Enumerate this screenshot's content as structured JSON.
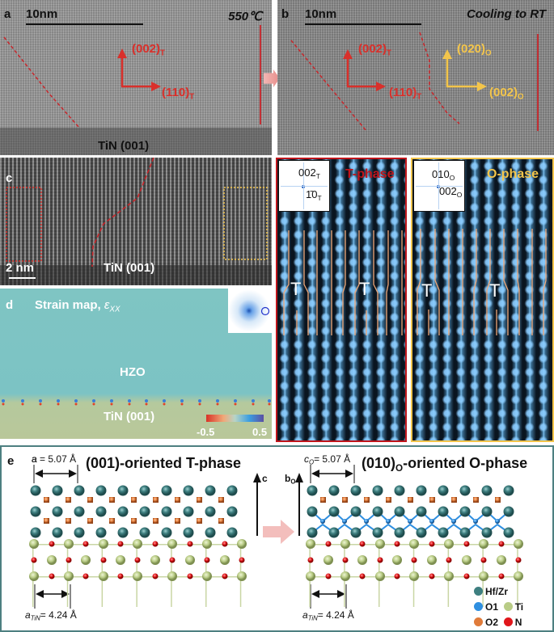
{
  "panel_a": {
    "letter": "a",
    "scale_bar": "10nm",
    "condition": "550℃",
    "axis_up": "(002)",
    "axis_up_sub": "T",
    "axis_right": "(110)",
    "axis_right_sub": "T",
    "substrate": "TiN (001)"
  },
  "panel_b": {
    "letter": "b",
    "scale_bar": "10nm",
    "condition": "Cooling to RT",
    "t_axis_up": "(002)",
    "t_axis_up_sub": "T",
    "t_axis_right": "(110)",
    "t_axis_right_sub": "T",
    "o_axis_up": "(020)",
    "o_axis_up_sub": "O",
    "o_axis_right": "(002)",
    "o_axis_right_sub": "O"
  },
  "panel_c": {
    "letter": "c",
    "scale_bar": "2 nm",
    "substrate": "TiN (001)"
  },
  "panel_d": {
    "letter": "d",
    "title": "Strain map, ",
    "symbol": "ε",
    "symbol_sub": "XX",
    "film": "HZO",
    "substrate": "TiN (001)",
    "colorbar_min": "-0.5",
    "colorbar_max": "0.5"
  },
  "panel_t": {
    "title": "T-phase",
    "fft_label_1": "002",
    "fft_label_1_sub": "T",
    "fft_label_2": "1̄0",
    "fft_label_2_sub": "T",
    "dislocation_symbol": "T"
  },
  "panel_o": {
    "title": "O-phase",
    "fft_label_1": "010",
    "fft_label_1_sub": "O",
    "fft_label_2": "002",
    "fft_label_2_sub": "O",
    "dislocation_symbol": "T"
  },
  "panel_e": {
    "letter": "e",
    "left_title": "(001)-oriented T-phase",
    "left_lattice": "a = 5.07 Å",
    "left_axis": "c",
    "left_tin": "= 4.24 Å",
    "tin_symbol": "a",
    "tin_sub": "TiN",
    "right_title_pre": "(010)",
    "right_title_sub": "O",
    "right_title_post": "-oriented O-phase",
    "right_lattice_sym": "c",
    "right_lattice_sub": "O",
    "right_lattice": "= 5.07 Å",
    "right_axis": "b",
    "right_axis_sub": "O",
    "right_tin": "= 4.24 Å",
    "legend": [
      {
        "label": "Hf/Zr",
        "color": "#3e7f80"
      },
      {
        "label": "O1",
        "color": "#2f8fe0"
      },
      {
        "label": "Ti",
        "color": "#b9cc86"
      },
      {
        "label": "O2",
        "color": "#e07b3a"
      },
      {
        "label": "N",
        "color": "#e0161a"
      }
    ]
  },
  "colors": {
    "tphase_red": "#c0151b",
    "ophase_yellow": "#f3c54b",
    "annotation_red": "#d9302b",
    "frame_teal": "#4d7f80",
    "strain_bg": "#7fc4c2",
    "strain_sub": "#b7c89a"
  }
}
